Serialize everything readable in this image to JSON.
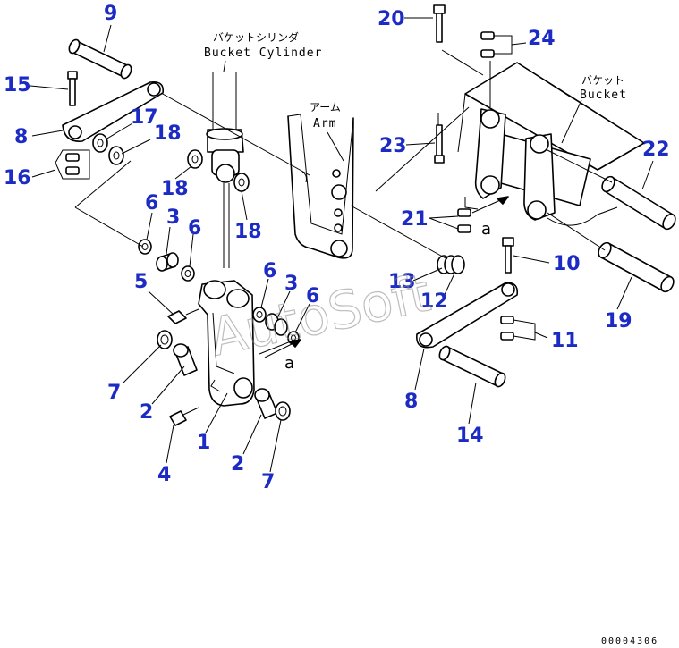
{
  "labels": {
    "bucket_cylinder_jp": "バケットシリンダ",
    "bucket_cylinder_en": "Bucket Cylinder",
    "arm_jp": "アーム",
    "arm_en": "Arm",
    "bucket_jp": "バケット",
    "bucket_en": "Bucket"
  },
  "ref_marks": [
    "a",
    "a",
    "a"
  ],
  "watermark": "AutoSoft",
  "drawing_code": "00004306",
  "callouts": [
    "9",
    "15",
    "8",
    "17",
    "18",
    "16",
    "18",
    "18",
    "6",
    "3",
    "6",
    "5",
    "6",
    "3",
    "6",
    "7",
    "2",
    "1",
    "4",
    "2",
    "7",
    "20",
    "24",
    "23",
    "21",
    "13",
    "12",
    "10",
    "11",
    "8",
    "14",
    "22",
    "19"
  ]
}
